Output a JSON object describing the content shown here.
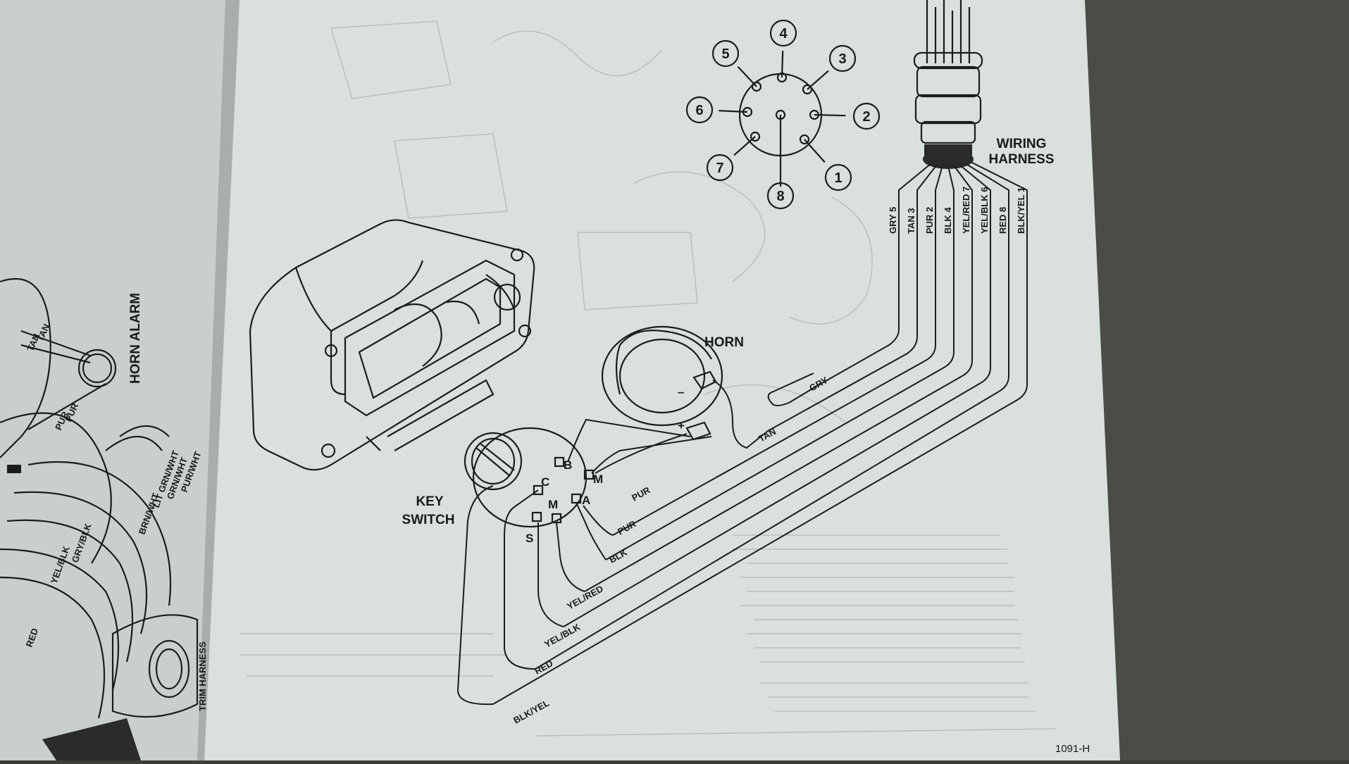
{
  "labels": {
    "wiring_harness_line1": "WIRING",
    "wiring_harness_line2": "HARNESS",
    "horn": "HORN",
    "key_switch_line1": "KEY",
    "key_switch_line2": "SWITCH",
    "horn_alarm": "HORN ALARM",
    "trim_harness": "TRIM HARNESS",
    "figure_code": "1091-H"
  },
  "pins": [
    "1",
    "2",
    "3",
    "4",
    "5",
    "6",
    "7",
    "8"
  ],
  "harness_wires": [
    "GRY 5",
    "TAN 3",
    "PUR 2",
    "BLK 4",
    "YEL/RED 7",
    "YEL/BLK 6",
    "RED 8",
    "BLK/YEL 1"
  ],
  "wire_labels": [
    "GRY",
    "TAN",
    "PUR",
    "PUR",
    "BLK",
    "YEL/RED",
    "YEL/BLK",
    "RED",
    "BLK/YEL"
  ],
  "switch_terminals": [
    "B",
    "M",
    "C",
    "A",
    "M",
    "S"
  ],
  "horn_terminals": [
    "–",
    "+"
  ],
  "left_page_wires": [
    "TAN",
    "TAN",
    "PUR",
    "PUR",
    "PUR/WHT",
    "GRN/WHT",
    "LIT GRN/WHT",
    "BRN/WHT",
    "GRY/BLK",
    "YEL/BLK",
    "RED"
  ]
}
